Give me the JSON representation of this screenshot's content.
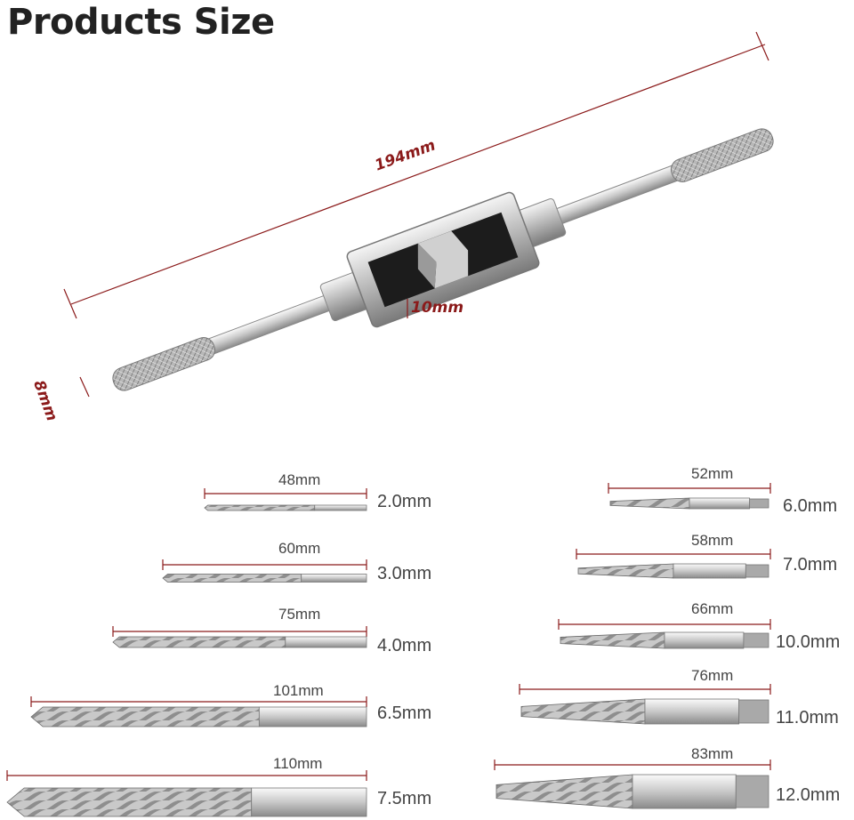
{
  "title": "Products Size",
  "wrench": {
    "length": "194mm",
    "jaw": "10mm",
    "handle": "8mm"
  },
  "drills": [
    {
      "length": "48mm",
      "size": "2.0mm"
    },
    {
      "length": "60mm",
      "size": "3.0mm"
    },
    {
      "length": "75mm",
      "size": "4.0mm"
    },
    {
      "length": "101mm",
      "size": "6.5mm"
    },
    {
      "length": "110mm",
      "size": "7.5mm"
    }
  ],
  "extractors": [
    {
      "length": "52mm",
      "size": "6.0mm"
    },
    {
      "length": "58mm",
      "size": "7.0mm"
    },
    {
      "length": "66mm",
      "size": "10.0mm"
    },
    {
      "length": "76mm",
      "size": "11.0mm"
    },
    {
      "length": "83mm",
      "size": "12.0mm"
    }
  ]
}
